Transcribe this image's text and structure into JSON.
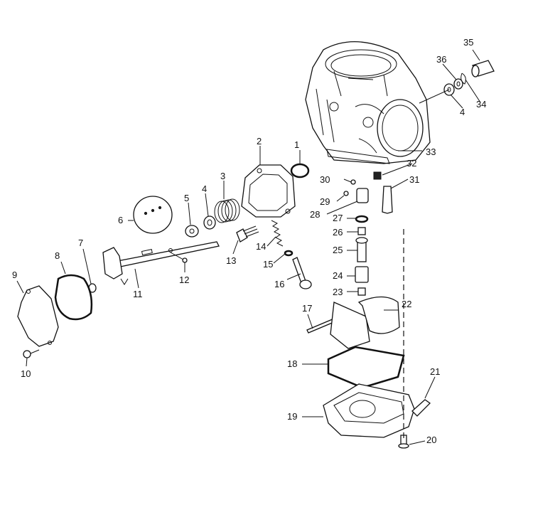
{
  "diagram": {
    "labels": [
      "1",
      "2",
      "3",
      "4",
      "5",
      "6",
      "7",
      "8",
      "9",
      "10",
      "11",
      "12",
      "13",
      "14",
      "15",
      "16",
      "17",
      "18",
      "19",
      "20",
      "21",
      "22",
      "23",
      "24",
      "25",
      "26",
      "27",
      "28",
      "29",
      "30",
      "31",
      "32",
      "33",
      "34",
      "35",
      "36",
      "4"
    ]
  }
}
